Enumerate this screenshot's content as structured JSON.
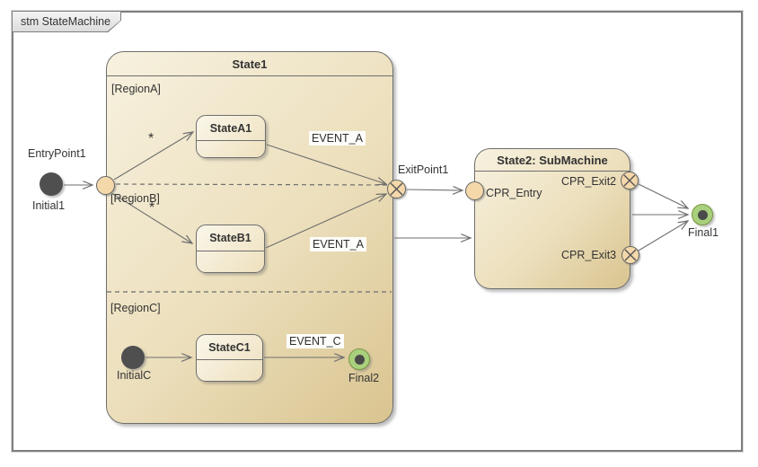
{
  "frame": {
    "title": "stm StateMachine"
  },
  "colors": {
    "state_fill_light": "#f7f1df",
    "state_fill_dark": "#d9c48f",
    "substate_fill_light": "#faf6e9",
    "substate_fill_dark": "#eee1bf",
    "point_fill": "#f4d8aa",
    "initial_fill": "#4f4f4f",
    "final_fill": "#a9d07c",
    "border": "#6e6e6e",
    "line": "#6e6e6e"
  },
  "state1": {
    "title": "State1",
    "region_a": {
      "label": "[RegionA]",
      "state": "StateA1"
    },
    "region_b": {
      "label": "[RegionB]",
      "state": "StateB1"
    },
    "region_c": {
      "label": "[RegionC]",
      "state": "StateC1"
    }
  },
  "state2": {
    "title": "State2: SubMachine",
    "entry_label": "CPR_Entry",
    "exit2_label": "CPR_Exit2",
    "exit3_label": "CPR_Exit3"
  },
  "nodes": {
    "entry_point1": "EntryPoint1",
    "initial1": "Initial1",
    "exit_point1": "ExitPoint1",
    "initial_c": "InitialC",
    "final1": "Final1",
    "final2": "Final2"
  },
  "transitions": {
    "star_a": "*",
    "star_b": "*",
    "event_a_region_a": "EVENT_A",
    "event_a_region_b": "EVENT_A",
    "event_c": "EVENT_C"
  }
}
